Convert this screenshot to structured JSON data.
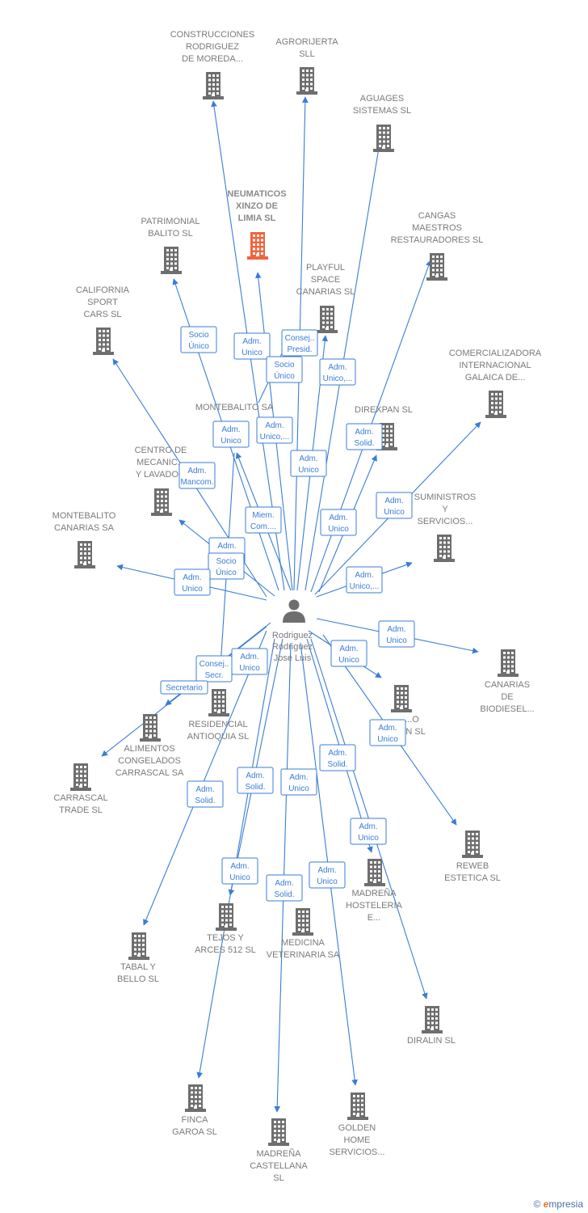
{
  "colors": {
    "edge": "#3a7dd6",
    "building": "#6e6e6e",
    "building_focus": "#f0643c",
    "person": "#6e6e6e",
    "label": "#7a7a7a"
  },
  "person": {
    "name_lines": [
      "Rodriguez",
      "Rodriguez",
      "Jose Luis"
    ],
    "icon": "person-icon"
  },
  "companies": [
    {
      "id": "construcciones",
      "lines": [
        "CONSTRUCCIONES",
        "RODRIGUEZ",
        "DE MOREDA..."
      ],
      "focus": false
    },
    {
      "id": "agrorijerta",
      "lines": [
        "AGRORIJERTA",
        "SLL"
      ],
      "focus": false
    },
    {
      "id": "aguages",
      "lines": [
        "AGUAGES",
        "SISTEMAS SL"
      ],
      "focus": false
    },
    {
      "id": "neumaticos",
      "lines": [
        "NEUMATICOS",
        "XINZO DE",
        "LIMIA  SL"
      ],
      "focus": true
    },
    {
      "id": "patrimonial",
      "lines": [
        "PATRIMONIAL",
        "BALITO  SL"
      ],
      "focus": false
    },
    {
      "id": "cangas",
      "lines": [
        "CANGAS",
        "MAESTROS",
        "RESTAURADORES SL"
      ],
      "focus": false
    },
    {
      "id": "playful",
      "lines": [
        "PLAYFUL",
        "SPACE",
        "CANARIAS  SL"
      ],
      "focus": false
    },
    {
      "id": "california",
      "lines": [
        "CALIFORNIA",
        "SPORT",
        "CARS  SL"
      ],
      "focus": false
    },
    {
      "id": "comercializadora",
      "lines": [
        "COMERCIALIZADORA",
        "INTERNACIONAL",
        "GALAICA DE..."
      ],
      "focus": false
    },
    {
      "id": "montebalito",
      "lines": [
        "MONTEBALITO SA"
      ],
      "focus": false
    },
    {
      "id": "direxpan",
      "lines": [
        "DIREXPAN SL"
      ],
      "focus": false
    },
    {
      "id": "centro",
      "lines": [
        "CENTRO DE",
        "MECANIC...",
        "Y LAVADO..."
      ],
      "focus": false
    },
    {
      "id": "suministros",
      "lines": [
        "SUMINISTROS",
        "Y",
        "SERVICIOS..."
      ],
      "focus": false
    },
    {
      "id": "montebalito_can",
      "lines": [
        "MONTEBALITO",
        "CANARIAS SA"
      ],
      "focus": false
    },
    {
      "id": "canarias_bio",
      "lines": [
        "CANARIAS",
        "DE",
        "BIODIESEL..."
      ],
      "focus": false
    },
    {
      "id": "hidden_o",
      "lines": [
        "...O",
        "...N SL"
      ],
      "focus": false
    },
    {
      "id": "residencial",
      "lines": [
        "RESIDENCIAL",
        "ANTIOQUIA  SL"
      ],
      "focus": false
    },
    {
      "id": "alimentos",
      "lines": [
        "ALIMENTOS",
        "CONGELADOS",
        "CARRASCAL SA"
      ],
      "focus": false
    },
    {
      "id": "carrascal",
      "lines": [
        "CARRASCAL",
        "TRADE SL"
      ],
      "focus": false
    },
    {
      "id": "reweb",
      "lines": [
        "REWEB",
        "ESTETICA SL"
      ],
      "focus": false
    },
    {
      "id": "madrena_host",
      "lines": [
        "MADREÑA",
        "HOSTELERIA",
        "E..."
      ],
      "focus": false
    },
    {
      "id": "tejos",
      "lines": [
        "TEJOS Y",
        "ARCES 512 SL"
      ],
      "focus": false
    },
    {
      "id": "medicina",
      "lines": [
        "MEDICINA",
        "VETERINARIA SA"
      ],
      "focus": false
    },
    {
      "id": "tabal",
      "lines": [
        "TABAL Y",
        "BELLO  SL"
      ],
      "focus": false
    },
    {
      "id": "diralin",
      "lines": [
        "DIRALIN  SL"
      ],
      "focus": false
    },
    {
      "id": "finca",
      "lines": [
        "FINCA",
        "GAROA SL"
      ],
      "focus": false
    },
    {
      "id": "golden",
      "lines": [
        "GOLDEN",
        "HOME",
        "SERVICIOS..."
      ],
      "focus": false
    },
    {
      "id": "madrena_cast",
      "lines": [
        "MADREÑA",
        "CASTELLANA",
        "SL"
      ],
      "focus": false
    }
  ],
  "edge_labels": [
    {
      "lines": [
        "Socio",
        "Único"
      ]
    },
    {
      "lines": [
        "Adm.",
        "Unico"
      ]
    },
    {
      "lines": [
        "Consej..",
        "Presid."
      ]
    },
    {
      "lines": [
        "Socio",
        "Único"
      ]
    },
    {
      "lines": [
        "Adm.",
        "Unico,..."
      ]
    },
    {
      "lines": [
        "Adm.",
        "Unico"
      ]
    },
    {
      "lines": [
        "Adm.",
        "Unico,..."
      ]
    },
    {
      "lines": [
        "Adm.",
        "Solid."
      ]
    },
    {
      "lines": [
        "Adm.",
        "Mancom."
      ]
    },
    {
      "lines": [
        "Adm.",
        "Unico"
      ]
    },
    {
      "lines": [
        "Adm.",
        "Unico"
      ]
    },
    {
      "lines": [
        "Miem.",
        "Com...."
      ]
    },
    {
      "lines": [
        "Adm.",
        "Unico"
      ]
    },
    {
      "lines": [
        "Adm.",
        "Unico"
      ]
    },
    {
      "lines": [
        "Socio",
        "Único"
      ]
    },
    {
      "lines": [
        "Adm.",
        "Unico"
      ]
    },
    {
      "lines": [
        "Adm.",
        "Unico,..."
      ]
    },
    {
      "lines": [
        "Adm.",
        "Unico"
      ]
    },
    {
      "lines": [
        "Adm.",
        "Unico"
      ]
    },
    {
      "lines": [
        "Consej..",
        "Secr."
      ]
    },
    {
      "lines": [
        "Adm.",
        "Unico"
      ]
    },
    {
      "lines": [
        "Secretario"
      ]
    },
    {
      "lines": [
        "Adm.",
        "Unico"
      ]
    },
    {
      "lines": [
        "Adm.",
        "Solid."
      ]
    },
    {
      "lines": [
        "Adm.",
        "Solid."
      ]
    },
    {
      "lines": [
        "Adm.",
        "Unico"
      ]
    },
    {
      "lines": [
        "Adm.",
        "Solid."
      ]
    },
    {
      "lines": [
        "Adm.",
        "Unico"
      ]
    },
    {
      "lines": [
        "Adm.",
        "Unico"
      ]
    },
    {
      "lines": [
        "Adm.",
        "Solid."
      ]
    },
    {
      "lines": [
        "Adm.",
        "Unico"
      ]
    }
  ],
  "footer": {
    "copyright": "©",
    "brand_first": "e",
    "brand_rest": "mpresia"
  }
}
